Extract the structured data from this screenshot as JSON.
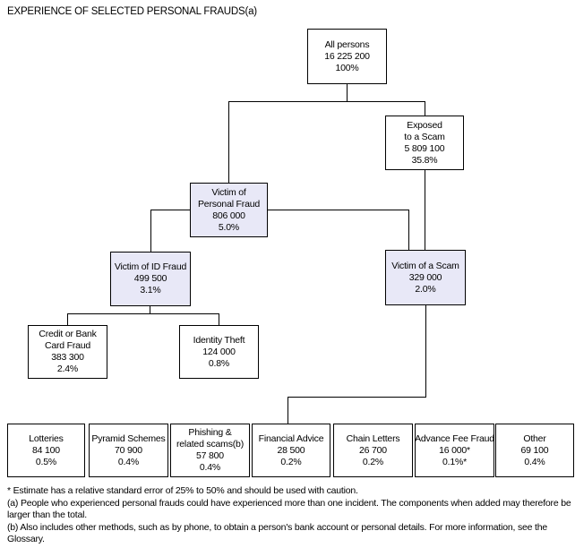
{
  "title": "EXPERIENCE OF SELECTED PERSONAL FRAUDS(a)",
  "colors": {
    "highlight_box_fill": "#E8E8F7",
    "box_border": "#000000",
    "connector_line": "#000000",
    "background": "#FFFFFF",
    "text": "#000000"
  },
  "nodes": {
    "all_persons": {
      "lines": [
        "All persons",
        "16 225 200",
        "100%"
      ]
    },
    "exposed_to_scam": {
      "lines": [
        "Exposed",
        "to a Scam",
        "5 809 100",
        "35.8%"
      ]
    },
    "victim_personal_fraud": {
      "lines": [
        "Victim of",
        "Personal Fraud",
        "806 000",
        "5.0%"
      ]
    },
    "victim_id_fraud": {
      "lines": [
        "Victim of ID Fraud",
        "499 500",
        "3.1%"
      ]
    },
    "victim_of_scam": {
      "lines": [
        "Victim of a Scam",
        "329 000",
        "2.0%"
      ]
    },
    "credit_bank_card_fraud": {
      "lines": [
        "Credit or Bank",
        "Card Fraud",
        "383 300",
        "2.4%"
      ]
    },
    "identity_theft": {
      "lines": [
        "Identity Theft",
        "124 000",
        "0.8%"
      ]
    },
    "lotteries": {
      "lines": [
        "Lotteries",
        "84 100",
        "0.5%"
      ]
    },
    "pyramid_schemes": {
      "lines": [
        "Pyramid Schemes",
        "70 900",
        "0.4%"
      ]
    },
    "phishing": {
      "lines": [
        "Phishing &",
        "related scams(b)",
        "57 800",
        "0.4%"
      ]
    },
    "financial_advice": {
      "lines": [
        "Financial Advice",
        "28 500",
        "0.2%"
      ]
    },
    "chain_letters": {
      "lines": [
        "Chain Letters",
        "26 700",
        "0.2%"
      ]
    },
    "advance_fee_fraud": {
      "lines": [
        "Advance Fee Fraud",
        "16 000*",
        "0.1%*"
      ]
    },
    "other": {
      "lines": [
        "Other",
        "69 100",
        "0.4%"
      ]
    }
  },
  "footnotes": [
    "* Estimate has a relative standard error of 25% to 50% and should be used with caution.",
    "(a) People who experienced personal frauds could have experienced more than one incident. The components when added may therefore be larger than the total.",
    "(b) Also includes other methods, such as by phone, to obtain a person's bank account or personal details. For more information, see the Glossary."
  ]
}
